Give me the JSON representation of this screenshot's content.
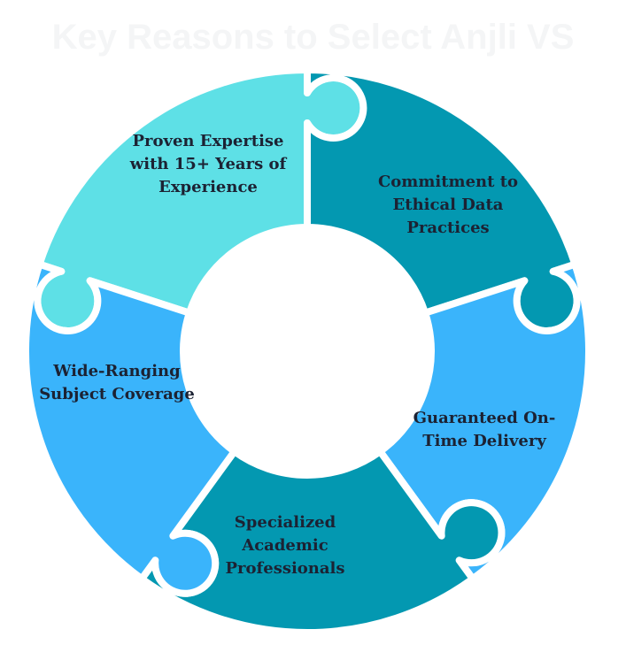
{
  "title": "Key Reasons to Select Anjli VS",
  "segments": [
    {
      "lines": [
        "Proven Expertise",
        "with 15+ Years of",
        "Experience"
      ],
      "color": "#5ee0e6"
    },
    {
      "lines": [
        "Commitment to",
        "Ethical Data",
        "Practices"
      ],
      "color": "#0398b1"
    },
    {
      "lines": [
        "Guaranteed On-",
        "Time Delivery"
      ],
      "color": "#3ab4fb"
    },
    {
      "lines": [
        "Specialized",
        "Academic",
        "Professionals"
      ],
      "color": "#0398b1"
    },
    {
      "lines": [
        "Wide-Ranging",
        "Subject Coverage"
      ],
      "color": "#3ab4fb"
    }
  ]
}
